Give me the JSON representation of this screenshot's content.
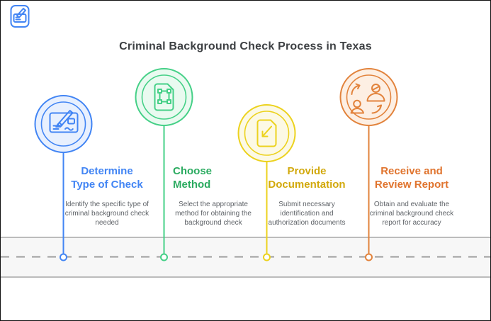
{
  "title": "Criminal Background Check Process in Texas",
  "colors": {
    "main_title_text": "#3d4043",
    "description_text": "#5f6368",
    "road_background": "#f7f7f7",
    "road_line": "#b3b3b3",
    "road_dash": "#9c9c9c",
    "dot_fill": "#ffffff"
  },
  "logo": {
    "icon": "cheque-logo-icon",
    "color": "#4285f4"
  },
  "steps": [
    {
      "title": "Determine Type of Check",
      "title_lines": [
        "Determine",
        "Type of Check"
      ],
      "description": "Identify the specific type of criminal background check needed",
      "icon": "cheque-pen-icon",
      "accent": "#4285f4",
      "title_color": "#4285f4",
      "circle_fill": "#e8f0fe"
    },
    {
      "title": "Choose Method",
      "title_lines": [
        "Choose",
        "Method"
      ],
      "description": "Select the appropriate method for obtaining the background check",
      "icon": "document-select-icon",
      "accent": "#45d087",
      "title_color": "#2bab60",
      "circle_fill": "#e9faf0"
    },
    {
      "title": "Provide Documentation",
      "title_lines": [
        "Provide",
        "Documentation"
      ],
      "description": "Submit necessary identification and authorization documents",
      "icon": "document-arrow-icon",
      "accent": "#ecd21e",
      "title_color": "#d2a90c",
      "circle_fill": "#fcf9e5"
    },
    {
      "title": "Receive and Review Report",
      "title_lines": [
        "Receive and",
        "Review Report"
      ],
      "description": "Obtain and evaluate the criminal background check report for accuracy",
      "icon": "people-exchange-icon",
      "accent": "#e2833c",
      "title_color": "#e0742e",
      "circle_fill": "#fdefe3"
    }
  ]
}
